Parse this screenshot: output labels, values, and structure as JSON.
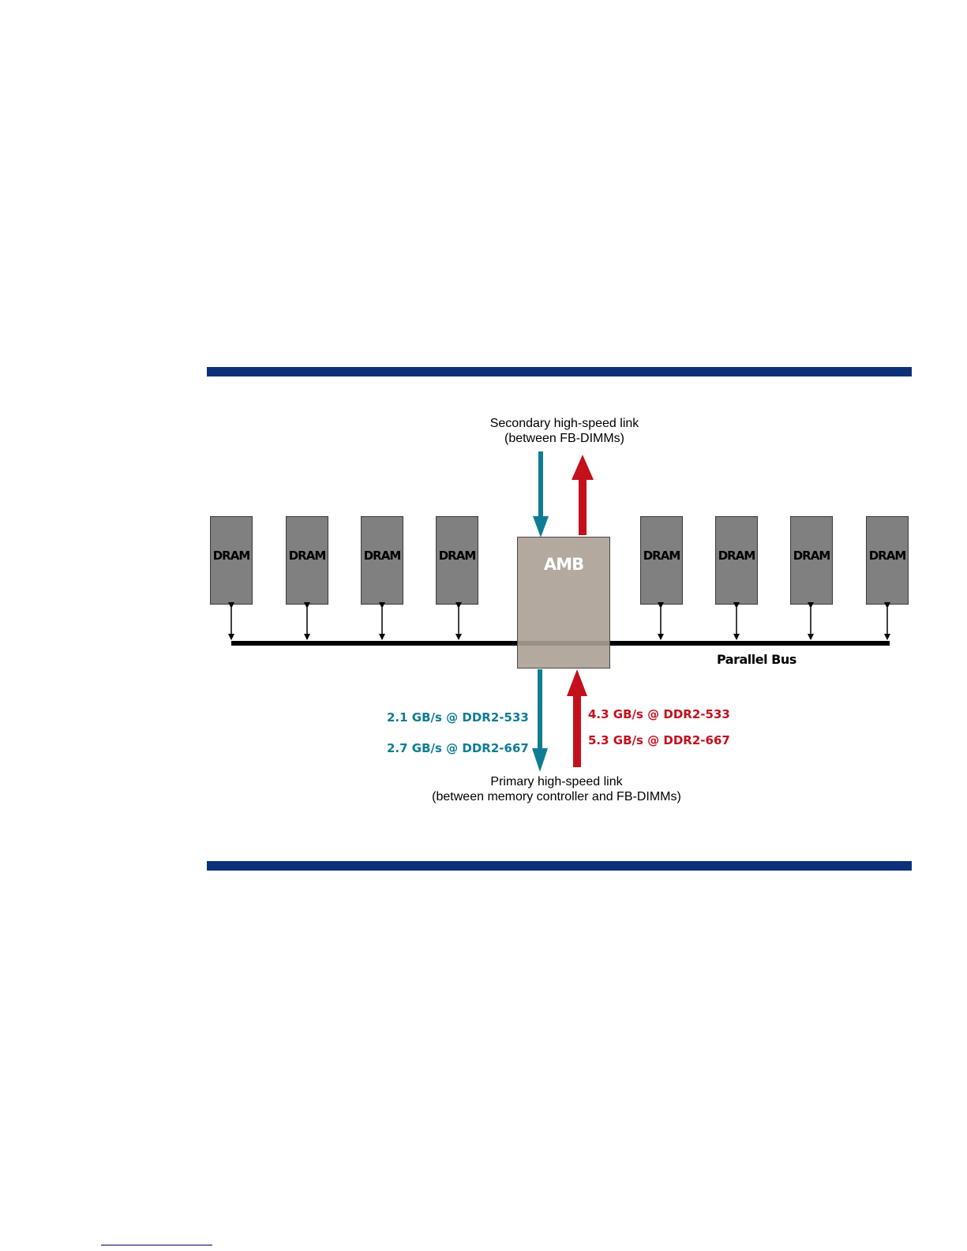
{
  "diagram": {
    "dram_label": "DRAM",
    "amb_label": "AMB",
    "secondary_link": {
      "line1": "Secondary high-speed link",
      "line2": "(between FB-DIMMs)"
    },
    "primary_link": {
      "line1": "Primary high-speed link",
      "line2": "(between memory controller and FB-DIMMs)"
    },
    "parallel_bus_label": "Parallel Bus",
    "southbound_speeds": [
      "2.1 GB/s @ DDR2-533",
      "2.7 GB/s @ DDR2-667"
    ],
    "northbound_speeds": [
      "4.3 GB/s @ DDR2-533",
      "5.3 GB/s @ DDR2-667"
    ],
    "colors": {
      "rule": "#0c3178",
      "southbound": "#0e7d93",
      "northbound": "#c4101c",
      "dram": "#808080",
      "amb": "#aba095"
    }
  }
}
